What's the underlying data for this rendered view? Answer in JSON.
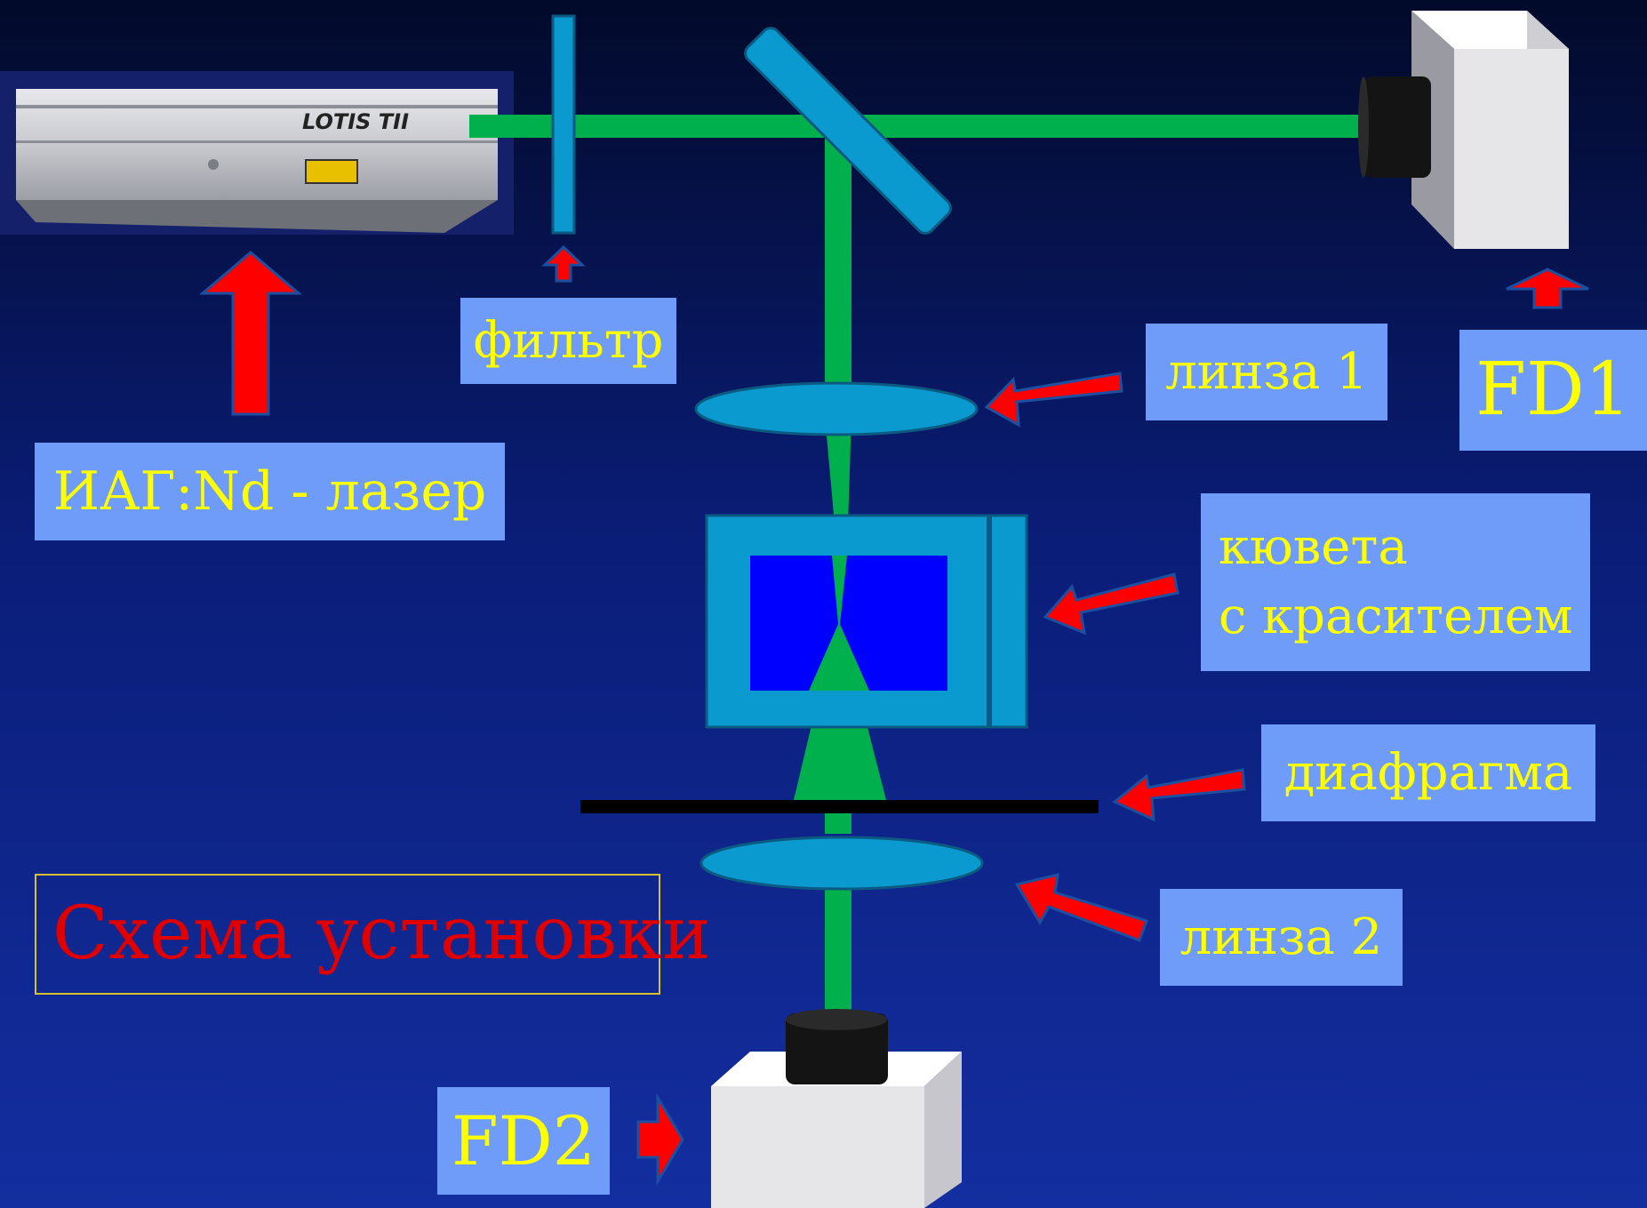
{
  "labels": {
    "filter": "фильтр",
    "lens1": "линза 1",
    "fd1": "FD1",
    "laser": "ИАГ:Nd - лазер",
    "cuvette_line1": "кювета",
    "cuvette_line2": "с красителем",
    "diaphragm": "диафрагма",
    "lens2": "линза 2",
    "fd2": "FD2"
  },
  "title": "Схема установки",
  "laser_device_text": "LOTIS TII",
  "colors": {
    "background": "#0a1860",
    "beam": "#00b04c",
    "optics": "#0b9ad0",
    "dye": "#0000ff",
    "arrow": "#ff0000",
    "label_bg": "#6f9cf8",
    "label_text": "#ffff00",
    "title_text": "#e00000"
  }
}
